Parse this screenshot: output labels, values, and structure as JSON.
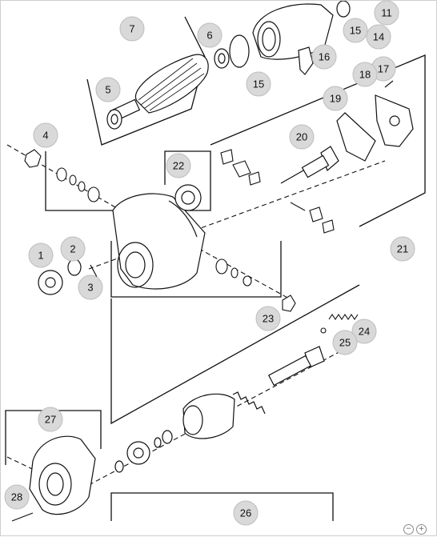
{
  "diagram": {
    "callouts": [
      "1",
      "2",
      "3",
      "4",
      "5",
      "6",
      "7",
      "11",
      "14",
      "15",
      "15",
      "16",
      "17",
      "18",
      "19",
      "20",
      "21",
      "22",
      "23",
      "24",
      "25",
      "26",
      "27",
      "28"
    ]
  },
  "controls": {
    "zoom_out_icon": "minus-circle-icon",
    "zoom_in_icon": "plus-circle-icon"
  },
  "colors": {
    "callout_fill": "#d9d9d9",
    "line": "#111111"
  }
}
